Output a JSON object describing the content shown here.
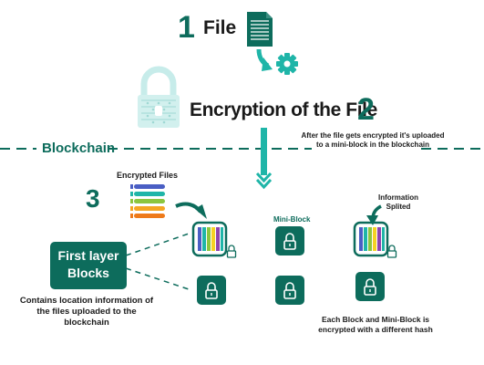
{
  "colors": {
    "teal_dark": "#0d6c5c",
    "teal_bright": "#1fb5a8",
    "lock_light": "#c7ecea",
    "text": "#1a1a1a"
  },
  "step1": {
    "number": "1",
    "label": "File"
  },
  "step2": {
    "title": "Encryption of the File",
    "number": "2",
    "note": "After the file gets encrypted it's uploaded to a mini-block in the blockchain"
  },
  "blockchain": {
    "label": "Blockchain"
  },
  "step3": {
    "number": "3",
    "encrypted_files_label": "Encrypted Files",
    "first_layer": "First layer Blocks",
    "first_layer_note": "Contains location information of the files uploaded to the blockchain",
    "mini_block_label": "Mini-Block",
    "information_split_label": "Information Splited",
    "hash_note": "Each Block and Mini-Block is encrypted with a different hash"
  },
  "icons": [
    "document-icon",
    "gear-icon",
    "padlock-icon",
    "lock-icon",
    "arrow-icon"
  ]
}
